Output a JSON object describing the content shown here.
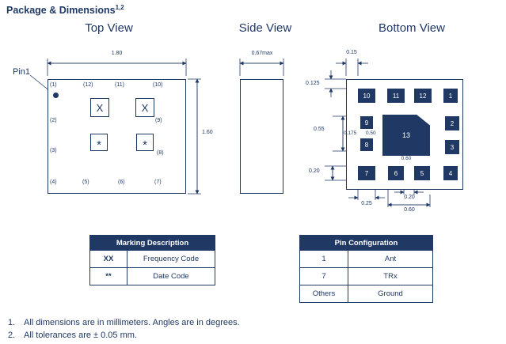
{
  "colors": {
    "navy": "#1f3864",
    "white": "#ffffff"
  },
  "title": {
    "text": "Package & Dimensions",
    "sup": "1,2"
  },
  "top_view": {
    "heading": "Top View",
    "dim_width": "1.80",
    "dim_height": "1.60",
    "pin1_label": "Pin1",
    "pin_labels": [
      "(1)",
      "(12)",
      "(11)",
      "(10)",
      "(2)",
      "(9)",
      "(3)",
      "(8)",
      "(4)",
      "(5)",
      "(6)",
      "(7)"
    ],
    "marks": [
      "X",
      "X",
      "*",
      "*"
    ]
  },
  "side_view": {
    "heading": "Side View",
    "dim_thickness": "0.67max"
  },
  "bottom_view": {
    "heading": "Bottom View",
    "pads": [
      "10",
      "11",
      "12",
      "1",
      "9",
      "2",
      "8",
      "13",
      "3",
      "7",
      "6",
      "5",
      "4"
    ],
    "dims": {
      "top_offset": "0.15",
      "edge_gap": "0.125",
      "side_span": "0.55",
      "pad_gap": "0.175",
      "pad_13_width": "0.50",
      "bottom_gap": "0.20",
      "pad13_span": "0.60",
      "pad_width": "0.25",
      "pad_pitch_gap": "0.20",
      "row_span": "0.60"
    }
  },
  "marking_table": {
    "header": "Marking Description",
    "rows": [
      {
        "code": "XX",
        "desc": "Frequency Code"
      },
      {
        "code": "**",
        "desc": "Date Code"
      }
    ]
  },
  "pin_table": {
    "header": "Pin Configuration",
    "rows": [
      {
        "pin": "1",
        "func": "Ant"
      },
      {
        "pin": "7",
        "func": "TRx"
      },
      {
        "pin": "Others",
        "func": "Ground"
      }
    ]
  },
  "notes": [
    {
      "num": "1.",
      "text": "All dimensions are in millimeters. Angles are in degrees."
    },
    {
      "num": "2.",
      "text": "All tolerances are ± 0.05 mm."
    }
  ]
}
